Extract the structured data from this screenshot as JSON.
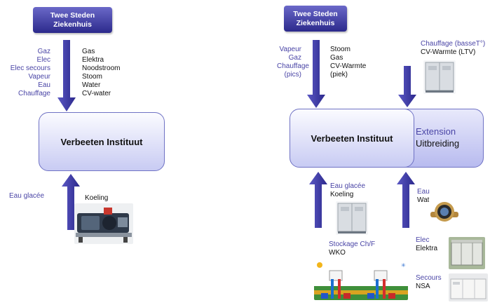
{
  "left": {
    "hospital": "Twee Steden\nZiekenhuis",
    "supply_fr": [
      "Gaz",
      "Elec",
      "Elec secours",
      "Vapeur",
      "Eau",
      "Chauffage"
    ],
    "supply_nl": [
      "Gas",
      "Elektra",
      "Noodstroom",
      "Stoom",
      "Water",
      "CV-water"
    ],
    "institute": "Verbeeten Instituut",
    "cooling_fr": "Eau glacée",
    "cooling_nl": "Koeling"
  },
  "right": {
    "hospital": "Twee Steden\nZiekenhuis",
    "supply_fr": [
      "Vapeur",
      "Gaz",
      "Chauffage",
      "(pics)"
    ],
    "supply_nl": [
      "Stoom",
      "Gas",
      "CV-Warmte",
      "(piek)"
    ],
    "heating_fr": "Chauffage (basseT°)",
    "heating_nl": "CV-Warmte (LTV)",
    "institute": "Verbeeten Instituut",
    "extension_fr": "Extension",
    "extension_nl": "Uitbreiding",
    "cold_fr": "Eau glacée",
    "cold_nl": "Koeling",
    "storage_fr": "Stockage Ch/F",
    "storage_nl": "WKO",
    "water_fr": "Eau",
    "water_nl": "Water",
    "elec_fr": "Elec",
    "elec_nl": "Elektra",
    "backup_fr": "Secours",
    "backup_nl": "NSA"
  },
  "colors": {
    "arrow": "#3d3aa0",
    "label_blue": "#4a45a6",
    "box_border": "#6f72c4"
  }
}
